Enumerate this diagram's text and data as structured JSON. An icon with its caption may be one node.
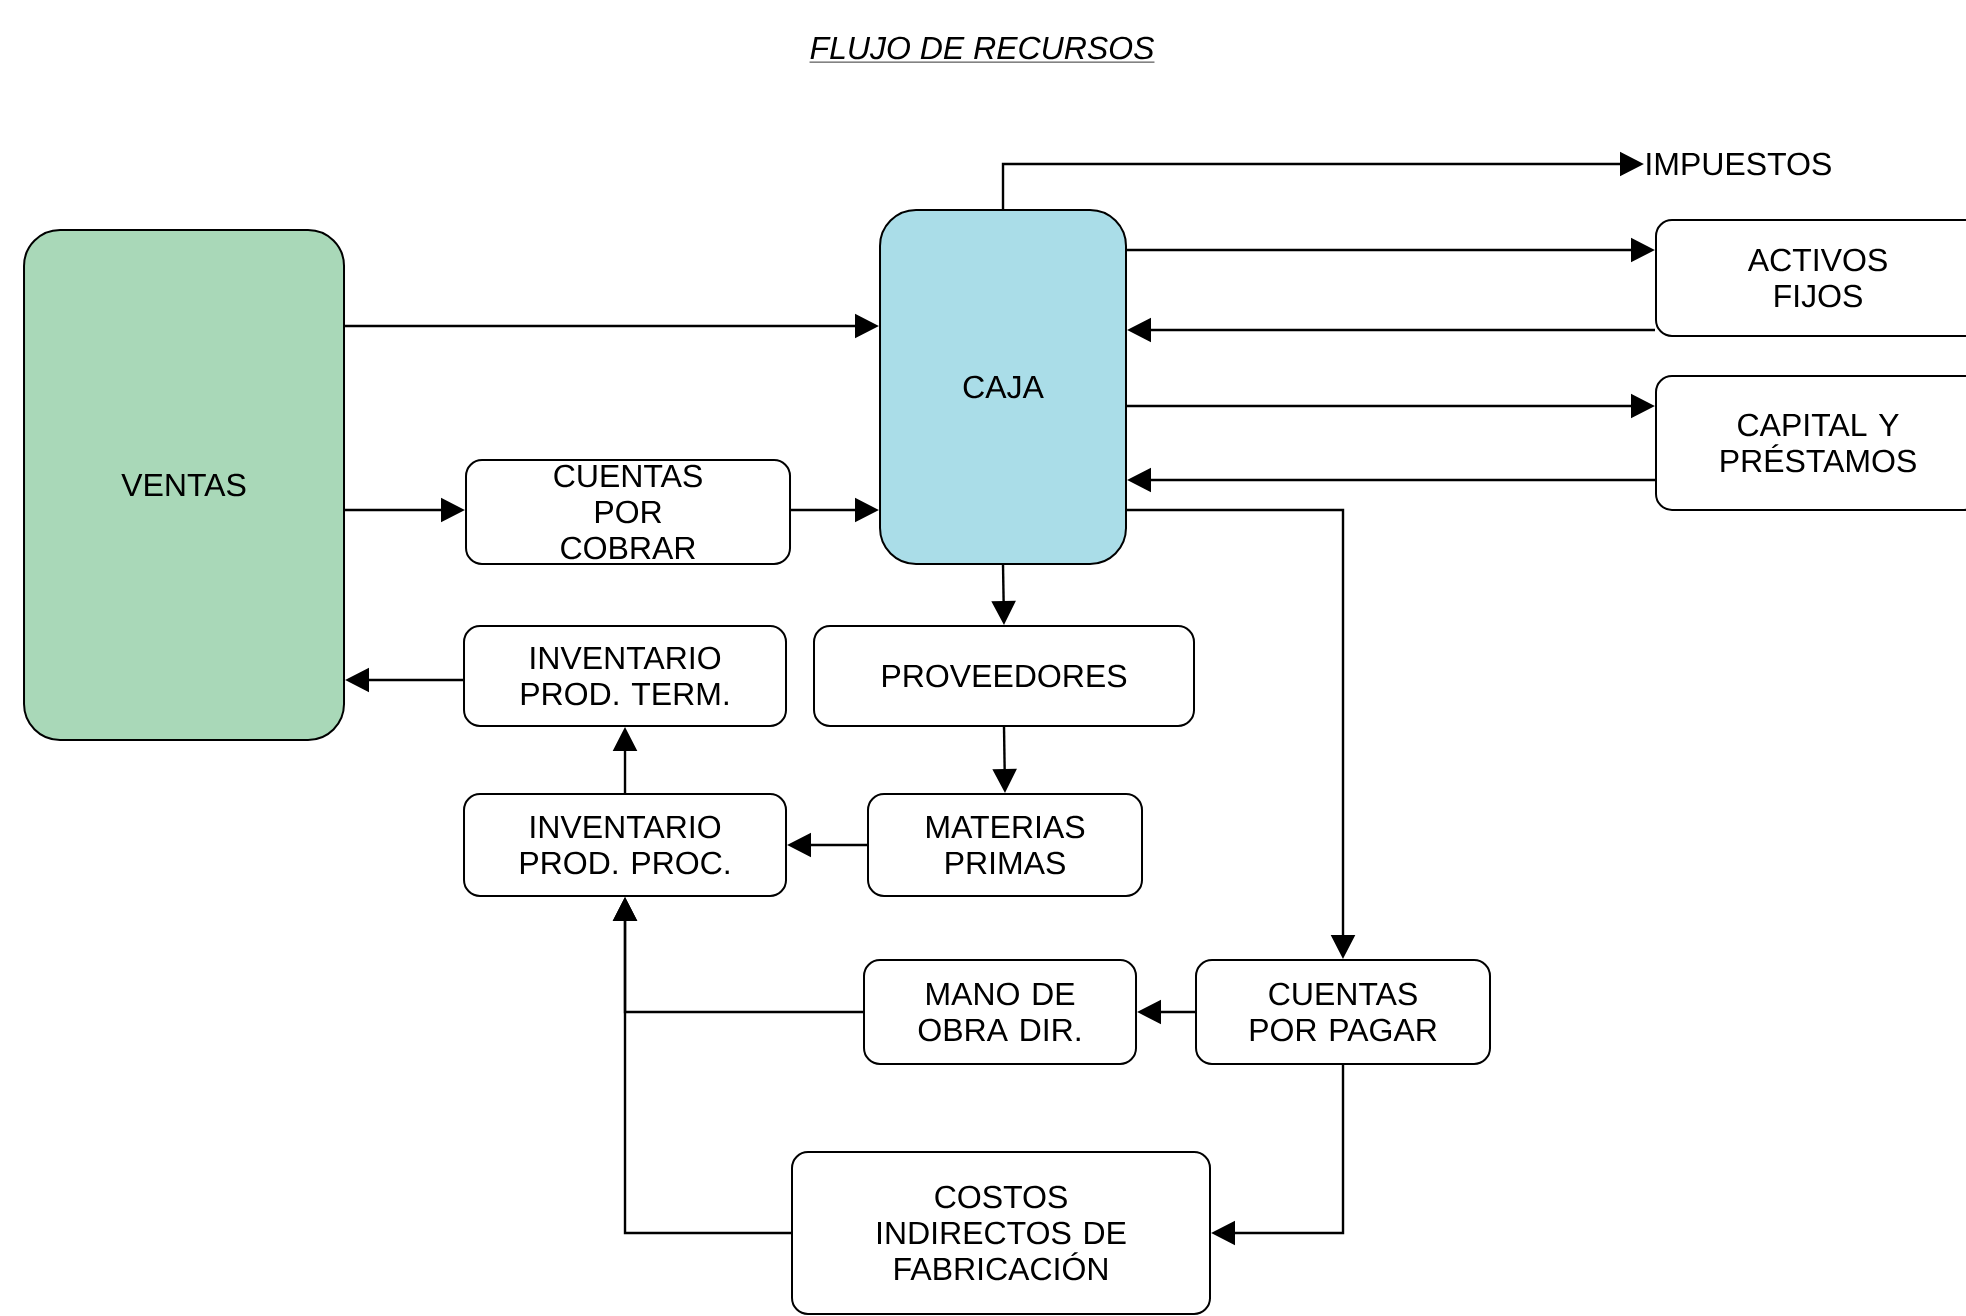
{
  "diagram": {
    "title": "FLUJO DE RECURSOS",
    "nodes": [
      {
        "text": [
          "VENTAS"
        ]
      },
      {
        "text": [
          "CAJA"
        ]
      },
      {
        "text": [
          "IMPUESTOS"
        ]
      },
      {
        "text": [
          "ACTIVOS FIJOS"
        ]
      },
      {
        "text": [
          "CAPITAL Y PRÉSTAMOS"
        ]
      },
      {
        "text": [
          "CUENTAS POR COBRAR"
        ]
      },
      {
        "text": [
          "INVENTARIO PROD. TERM."
        ]
      },
      {
        "text": [
          "PROVEEDORES"
        ]
      },
      {
        "text": [
          "INVENTARIO PROD. PROC."
        ]
      },
      {
        "text": [
          "MATERIAS PRIMAS"
        ]
      },
      {
        "text": [
          "MANO DE OBRA DIR."
        ]
      },
      {
        "text": [
          "CUENTAS POR PAGAR"
        ]
      },
      {
        "text": [
          "COSTOS INDIRECTOS DE FABRICACIÓN"
        ]
      }
    ],
    "edges": [
      {
        "from": 0,
        "to": 1,
        "arrow": "to"
      },
      {
        "from": 0,
        "to": 5,
        "arrow": "to"
      },
      {
        "from": 5,
        "to": 1,
        "arrow": "to"
      },
      {
        "from": 6,
        "to": 0,
        "arrow": "to"
      },
      {
        "from": 1,
        "to": 2,
        "arrow": "to"
      },
      {
        "from": 1,
        "to": 3,
        "arrow": "to"
      },
      {
        "from": 3,
        "to": 1,
        "arrow": "to"
      },
      {
        "from": 1,
        "to": 4,
        "arrow": "to"
      },
      {
        "from": 4,
        "to": 1,
        "arrow": "to"
      },
      {
        "from": 1,
        "to": 7,
        "arrow": "to"
      },
      {
        "from": 7,
        "to": 9,
        "arrow": "to"
      },
      {
        "from": 9,
        "to": 8,
        "arrow": "to"
      },
      {
        "from": 8,
        "to": 6,
        "arrow": "to"
      },
      {
        "from": 1,
        "to": 11,
        "arrow": "to"
      },
      {
        "from": 11,
        "to": 10,
        "arrow": "to"
      },
      {
        "from": 10,
        "to": 8,
        "arrow": "to"
      },
      {
        "from": 12,
        "to": 8,
        "arrow": "to"
      },
      {
        "from": 11,
        "to": 12,
        "arrow": "to"
      }
    ]
  }
}
